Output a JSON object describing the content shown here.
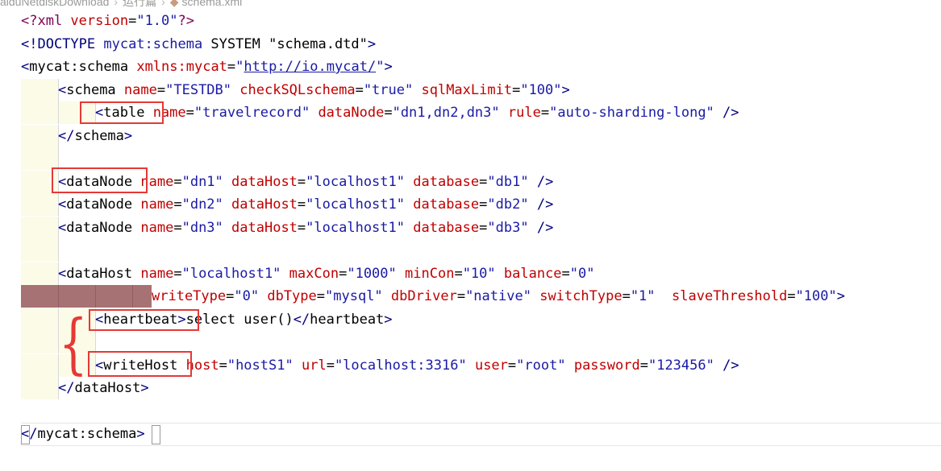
{
  "breadcrumb": {
    "path": "aiduNetdiskDownload",
    "folder": "运行篇",
    "file": "schema.xml"
  },
  "lines": [
    {
      "id": "l1",
      "text": "<?xml version=\"1.0\"?>"
    },
    {
      "id": "l2",
      "text": "<!DOCTYPE mycat:schema SYSTEM \"schema.dtd\">"
    },
    {
      "id": "l3",
      "text": "<mycat:schema xmlns:mycat=\"http://io.mycat/\">"
    },
    {
      "id": "l4",
      "text": "<schema name=\"TESTDB\" checkSQLschema=\"true\" sqlMaxLimit=\"100\">"
    },
    {
      "id": "l5",
      "text": "<table name=\"travelrecord\" dataNode=\"dn1,dn2,dn3\" rule=\"auto-sharding-long\" />"
    },
    {
      "id": "l6",
      "text": "</schema>"
    },
    {
      "id": "l7",
      "text": ""
    },
    {
      "id": "l8",
      "text": "<dataNode name=\"dn1\" dataHost=\"localhost1\" database=\"db1\" />"
    },
    {
      "id": "l9",
      "text": "<dataNode name=\"dn2\" dataHost=\"localhost1\" database=\"db2\" />"
    },
    {
      "id": "l10",
      "text": "<dataNode name=\"dn3\" dataHost=\"localhost1\" database=\"db3\" />"
    },
    {
      "id": "l11",
      "text": ""
    },
    {
      "id": "l12",
      "text": "<dataHost name=\"localhost1\" maxCon=\"1000\" minCon=\"10\" balance=\"0\""
    },
    {
      "id": "l13",
      "text": "writeType=\"0\" dbType=\"mysql\" dbDriver=\"native\" switchType=\"1\"  slaveThreshold=\"100\">"
    },
    {
      "id": "l14",
      "text": "<heartbeat>select user()</heartbeat>"
    },
    {
      "id": "l15",
      "text": ""
    },
    {
      "id": "l16",
      "text": "<writeHost host=\"hostS1\" url=\"localhost:3316\" user=\"root\" password=\"123456\" />"
    },
    {
      "id": "l17",
      "text": "</dataHost>"
    },
    {
      "id": "l18",
      "text": ""
    },
    {
      "id": "l19",
      "text": "</mycat:schema>"
    }
  ],
  "tokens": {
    "l1": [
      [
        "pi",
        "<?xml "
      ],
      [
        "attr",
        "version"
      ],
      [
        "eq",
        "="
      ],
      [
        "val",
        "\"1.0\""
      ],
      [
        "pi",
        "?>"
      ]
    ],
    "l2": [
      [
        "tag",
        "<!DOCTYPE "
      ],
      [
        "val",
        "mycat:schema"
      ],
      [
        "plain",
        " SYSTEM "
      ],
      [
        "plain",
        "\"schema.dtd\""
      ],
      [
        "tag",
        ">"
      ]
    ],
    "l3": [
      [
        "tag",
        "<"
      ],
      [
        "tagname",
        "mycat:schema"
      ],
      [
        "plain",
        " "
      ],
      [
        "attr",
        "xmlns:mycat"
      ],
      [
        "eq",
        "="
      ],
      [
        "val",
        "\""
      ],
      [
        "url",
        "http://io.mycat/"
      ],
      [
        "val",
        "\""
      ],
      [
        "tag",
        ">"
      ]
    ],
    "l4": [
      [
        "tag",
        "<"
      ],
      [
        "tagname",
        "schema"
      ],
      [
        "plain",
        " "
      ],
      [
        "attr",
        "name"
      ],
      [
        "eq",
        "="
      ],
      [
        "val",
        "\"TESTDB\""
      ],
      [
        "plain",
        " "
      ],
      [
        "attr",
        "checkSQLschema"
      ],
      [
        "eq",
        "="
      ],
      [
        "val",
        "\"true\""
      ],
      [
        "plain",
        " "
      ],
      [
        "attr",
        "sqlMaxLimit"
      ],
      [
        "eq",
        "="
      ],
      [
        "val",
        "\"100\""
      ],
      [
        "tag",
        ">"
      ]
    ],
    "l5": [
      [
        "tag",
        "<"
      ],
      [
        "tagname",
        "table"
      ],
      [
        "plain",
        " "
      ],
      [
        "attr",
        "name"
      ],
      [
        "eq",
        "="
      ],
      [
        "val",
        "\"travelrecord\""
      ],
      [
        "plain",
        " "
      ],
      [
        "attr",
        "dataNode"
      ],
      [
        "eq",
        "="
      ],
      [
        "val",
        "\"dn1,dn2,dn3\""
      ],
      [
        "plain",
        " "
      ],
      [
        "attr",
        "rule"
      ],
      [
        "eq",
        "="
      ],
      [
        "val",
        "\"auto-sharding-long\""
      ],
      [
        "plain",
        " "
      ],
      [
        "tag",
        "/>"
      ]
    ],
    "l6": [
      [
        "tag",
        "</"
      ],
      [
        "tagname",
        "schema"
      ],
      [
        "tag",
        ">"
      ]
    ],
    "l8": [
      [
        "tag",
        "<"
      ],
      [
        "tagname",
        "dataNode"
      ],
      [
        "plain",
        " "
      ],
      [
        "attr",
        "name"
      ],
      [
        "eq",
        "="
      ],
      [
        "val",
        "\"dn1\""
      ],
      [
        "plain",
        " "
      ],
      [
        "attr",
        "dataHost"
      ],
      [
        "eq",
        "="
      ],
      [
        "val",
        "\"localhost1\""
      ],
      [
        "plain",
        " "
      ],
      [
        "attr",
        "database"
      ],
      [
        "eq",
        "="
      ],
      [
        "val",
        "\"db1\""
      ],
      [
        "plain",
        " "
      ],
      [
        "tag",
        "/>"
      ]
    ],
    "l9": [
      [
        "tag",
        "<"
      ],
      [
        "tagname",
        "dataNode"
      ],
      [
        "plain",
        " "
      ],
      [
        "attr",
        "name"
      ],
      [
        "eq",
        "="
      ],
      [
        "val",
        "\"dn2\""
      ],
      [
        "plain",
        " "
      ],
      [
        "attr",
        "dataHost"
      ],
      [
        "eq",
        "="
      ],
      [
        "val",
        "\"localhost1\""
      ],
      [
        "plain",
        " "
      ],
      [
        "attr",
        "database"
      ],
      [
        "eq",
        "="
      ],
      [
        "val",
        "\"db2\""
      ],
      [
        "plain",
        " "
      ],
      [
        "tag",
        "/>"
      ]
    ],
    "l10": [
      [
        "tag",
        "<"
      ],
      [
        "tagname",
        "dataNode"
      ],
      [
        "plain",
        " "
      ],
      [
        "attr",
        "name"
      ],
      [
        "eq",
        "="
      ],
      [
        "val",
        "\"dn3\""
      ],
      [
        "plain",
        " "
      ],
      [
        "attr",
        "dataHost"
      ],
      [
        "eq",
        "="
      ],
      [
        "val",
        "\"localhost1\""
      ],
      [
        "plain",
        " "
      ],
      [
        "attr",
        "database"
      ],
      [
        "eq",
        "="
      ],
      [
        "val",
        "\"db3\""
      ],
      [
        "plain",
        " "
      ],
      [
        "tag",
        "/>"
      ]
    ],
    "l12": [
      [
        "tag",
        "<"
      ],
      [
        "tagname",
        "dataHost"
      ],
      [
        "plain",
        " "
      ],
      [
        "attr",
        "name"
      ],
      [
        "eq",
        "="
      ],
      [
        "val",
        "\"localhost1\""
      ],
      [
        "plain",
        " "
      ],
      [
        "attr",
        "maxCon"
      ],
      [
        "eq",
        "="
      ],
      [
        "val",
        "\"1000\""
      ],
      [
        "plain",
        " "
      ],
      [
        "attr",
        "minCon"
      ],
      [
        "eq",
        "="
      ],
      [
        "val",
        "\"10\""
      ],
      [
        "plain",
        " "
      ],
      [
        "attr",
        "balance"
      ],
      [
        "eq",
        "="
      ],
      [
        "val",
        "\"0\""
      ]
    ],
    "l13": [
      [
        "attr",
        "writeType"
      ],
      [
        "eq",
        "="
      ],
      [
        "val",
        "\"0\""
      ],
      [
        "plain",
        " "
      ],
      [
        "attr",
        "dbType"
      ],
      [
        "eq",
        "="
      ],
      [
        "val",
        "\"mysql\""
      ],
      [
        "plain",
        " "
      ],
      [
        "attr",
        "dbDriver"
      ],
      [
        "eq",
        "="
      ],
      [
        "val",
        "\"native\""
      ],
      [
        "plain",
        " "
      ],
      [
        "attr",
        "switchType"
      ],
      [
        "eq",
        "="
      ],
      [
        "val",
        "\"1\""
      ],
      [
        "plain",
        "  "
      ],
      [
        "attr",
        "slaveThreshold"
      ],
      [
        "eq",
        "="
      ],
      [
        "val",
        "\"100\""
      ],
      [
        "tag",
        ">"
      ]
    ],
    "l14": [
      [
        "tag",
        "<"
      ],
      [
        "tagname",
        "heartbeat"
      ],
      [
        "tag",
        ">"
      ],
      [
        "plain",
        "select user()"
      ],
      [
        "tag",
        "</"
      ],
      [
        "tagname",
        "heartbeat"
      ],
      [
        "tag",
        ">"
      ]
    ],
    "l16": [
      [
        "tag",
        "<"
      ],
      [
        "tagname",
        "writeHost"
      ],
      [
        "plain",
        " "
      ],
      [
        "attr",
        "host"
      ],
      [
        "eq",
        "="
      ],
      [
        "val",
        "\"hostS1\""
      ],
      [
        "plain",
        " "
      ],
      [
        "attr",
        "url"
      ],
      [
        "eq",
        "="
      ],
      [
        "val",
        "\"localhost:3316\""
      ],
      [
        "plain",
        " "
      ],
      [
        "attr",
        "user"
      ],
      [
        "eq",
        "="
      ],
      [
        "val",
        "\"root\""
      ],
      [
        "plain",
        " "
      ],
      [
        "attr",
        "password"
      ],
      [
        "eq",
        "="
      ],
      [
        "val",
        "\"123456\""
      ],
      [
        "plain",
        " "
      ],
      [
        "tag",
        "/>"
      ]
    ],
    "l17": [
      [
        "tag",
        "</"
      ],
      [
        "tagname",
        "dataHost"
      ],
      [
        "tag",
        ">"
      ]
    ],
    "l19": [
      [
        "tag",
        "</"
      ],
      [
        "tagname",
        "mycat:schema"
      ],
      [
        "tag",
        ">"
      ]
    ]
  },
  "colors": {
    "tag_bracket": "#00007f",
    "attribute": "#c00000",
    "value": "#1a1aa6",
    "annotation": "#e53935",
    "selection": "#a77273"
  }
}
